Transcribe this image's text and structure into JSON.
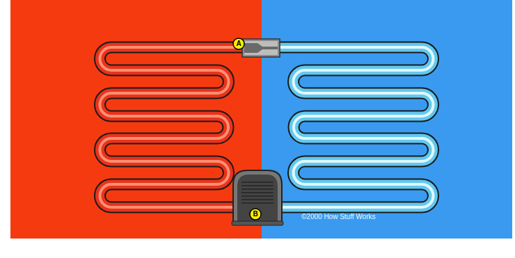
{
  "diagram": {
    "labels": [
      "A",
      "B",
      "©2000 How Stuff Works"
    ]
  }
}
